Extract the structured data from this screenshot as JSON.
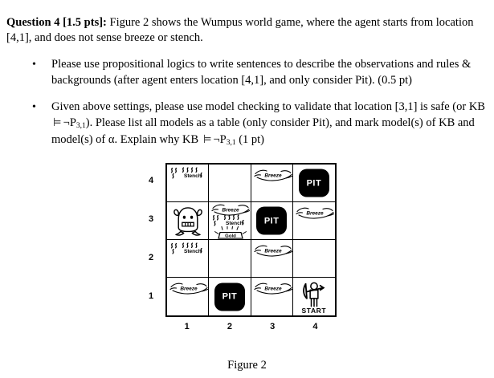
{
  "question": {
    "label": "Question 4 [1.5 pts]:",
    "intro_rest": " Figure 2 shows the Wumpus world game, where the agent starts from location [4,1], and does not sense breeze or stench.",
    "bullets": [
      {
        "marker": "•",
        "text": "Please use propositional logics to write sentences to describe the observations and rules & backgrounds (after agent enters location [4,1], and only consider Pit). (0.5 pt)"
      },
      {
        "marker": "•",
        "part1": "Given above settings, please use model checking to validate that location [3,1] is safe (or KB ",
        "entail1": "⊨",
        "part2": "¬P",
        "sub1": "3,1",
        "part3": "). Please list all models as a table (only consider Pit), and mark model(s) of KB and model(s) of α. Explain why KB ",
        "entail2": "⊨",
        "part4": "¬P",
        "sub2": "3,1",
        "part5": " (1 pt)"
      }
    ]
  },
  "figure": {
    "caption": "Figure 2",
    "row_labels": [
      "4",
      "3",
      "2",
      "1"
    ],
    "col_labels": [
      "1",
      "2",
      "3",
      "4"
    ],
    "labels": {
      "stench": "Stench",
      "breeze": "Breeze",
      "pit": "PIT",
      "gold": "Gold",
      "start": "START"
    },
    "grid": [
      [
        {
          "cell": "[1,4]",
          "stench": true,
          "breeze": false,
          "pit": false,
          "gold": false,
          "wumpus": false,
          "agent": false
        },
        {
          "cell": "[2,4]",
          "stench": false,
          "breeze": false,
          "pit": false,
          "gold": false,
          "wumpus": false,
          "agent": false
        },
        {
          "cell": "[3,4]",
          "stench": false,
          "breeze": true,
          "pit": false,
          "gold": false,
          "wumpus": false,
          "agent": false
        },
        {
          "cell": "[4,4]",
          "stench": false,
          "breeze": false,
          "pit": true,
          "gold": false,
          "wumpus": false,
          "agent": false
        }
      ],
      [
        {
          "cell": "[1,3]",
          "stench": false,
          "breeze": false,
          "pit": false,
          "gold": false,
          "wumpus": true,
          "agent": false
        },
        {
          "cell": "[2,3]",
          "stench": true,
          "breeze": true,
          "pit": false,
          "gold": true,
          "wumpus": false,
          "agent": false
        },
        {
          "cell": "[3,3]",
          "stench": false,
          "breeze": false,
          "pit": true,
          "gold": false,
          "wumpus": false,
          "agent": false
        },
        {
          "cell": "[4,3]",
          "stench": false,
          "breeze": true,
          "pit": false,
          "gold": false,
          "wumpus": false,
          "agent": false
        }
      ],
      [
        {
          "cell": "[1,2]",
          "stench": true,
          "breeze": false,
          "pit": false,
          "gold": false,
          "wumpus": false,
          "agent": false
        },
        {
          "cell": "[2,2]",
          "stench": false,
          "breeze": false,
          "pit": false,
          "gold": false,
          "wumpus": false,
          "agent": false
        },
        {
          "cell": "[3,2]",
          "stench": false,
          "breeze": true,
          "pit": false,
          "gold": false,
          "wumpus": false,
          "agent": false
        },
        {
          "cell": "[4,2]",
          "stench": false,
          "breeze": false,
          "pit": false,
          "gold": false,
          "wumpus": false,
          "agent": false
        }
      ],
      [
        {
          "cell": "[1,1]",
          "stench": false,
          "breeze": true,
          "pit": false,
          "gold": false,
          "wumpus": false,
          "agent": false
        },
        {
          "cell": "[2,1]",
          "stench": false,
          "breeze": false,
          "pit": true,
          "gold": false,
          "wumpus": false,
          "agent": false
        },
        {
          "cell": "[3,1]",
          "stench": false,
          "breeze": true,
          "pit": false,
          "gold": false,
          "wumpus": false,
          "agent": false
        },
        {
          "cell": "[4,1]",
          "stench": false,
          "breeze": false,
          "pit": false,
          "gold": false,
          "wumpus": false,
          "agent": true
        }
      ]
    ]
  },
  "colors": {
    "page_background": "#ffffff",
    "ink": "#000000",
    "pit_fill": "#000000",
    "pit_text": "#ffffff"
  }
}
